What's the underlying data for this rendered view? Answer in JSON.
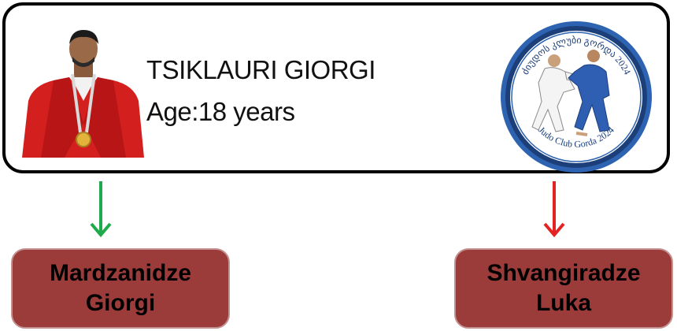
{
  "card": {
    "name": "TSIKLAURI GIORGI",
    "age": "Age:18 years"
  },
  "logo": {
    "top_text": "ძიუდოს კლუბი გორდა 2024",
    "bottom_text": "Judo Club Gorda 2024",
    "ring_color": "#2d63b0"
  },
  "children": [
    {
      "line1": "Mardzanidze",
      "line2": "Giorgi",
      "arrow_color": "#1faa4c"
    },
    {
      "line1": "Shvangiradze",
      "line2": "Luka",
      "arrow_color": "#e52222"
    }
  ],
  "colors": {
    "node_fill": "#9b3c3b",
    "node_border": "#c39190"
  }
}
